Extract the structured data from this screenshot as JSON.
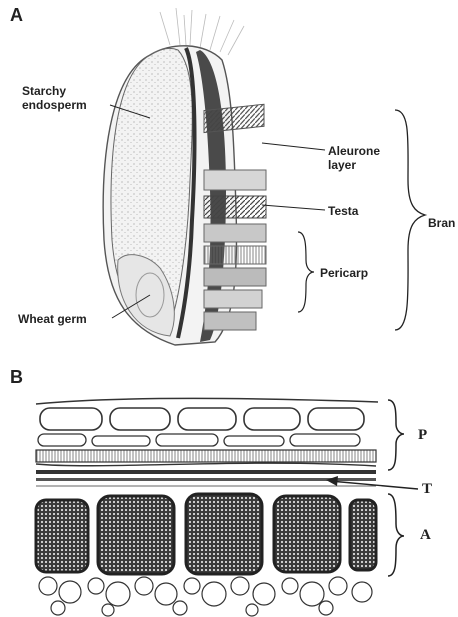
{
  "panels": {
    "a": "A",
    "b": "B"
  },
  "labels_a": {
    "starchy": "Starchy\nendosperm",
    "aleurone": "Aleurone\nlayer",
    "testa": "Testa",
    "pericarp": "Pericarp",
    "bran": "Bran",
    "germ": "Wheat germ"
  },
  "labels_b": {
    "p": "P",
    "t": "T",
    "a": "A"
  },
  "colors": {
    "ink": "#222222",
    "endosperm": "#eeeeee",
    "bran_dark": "#555555"
  }
}
